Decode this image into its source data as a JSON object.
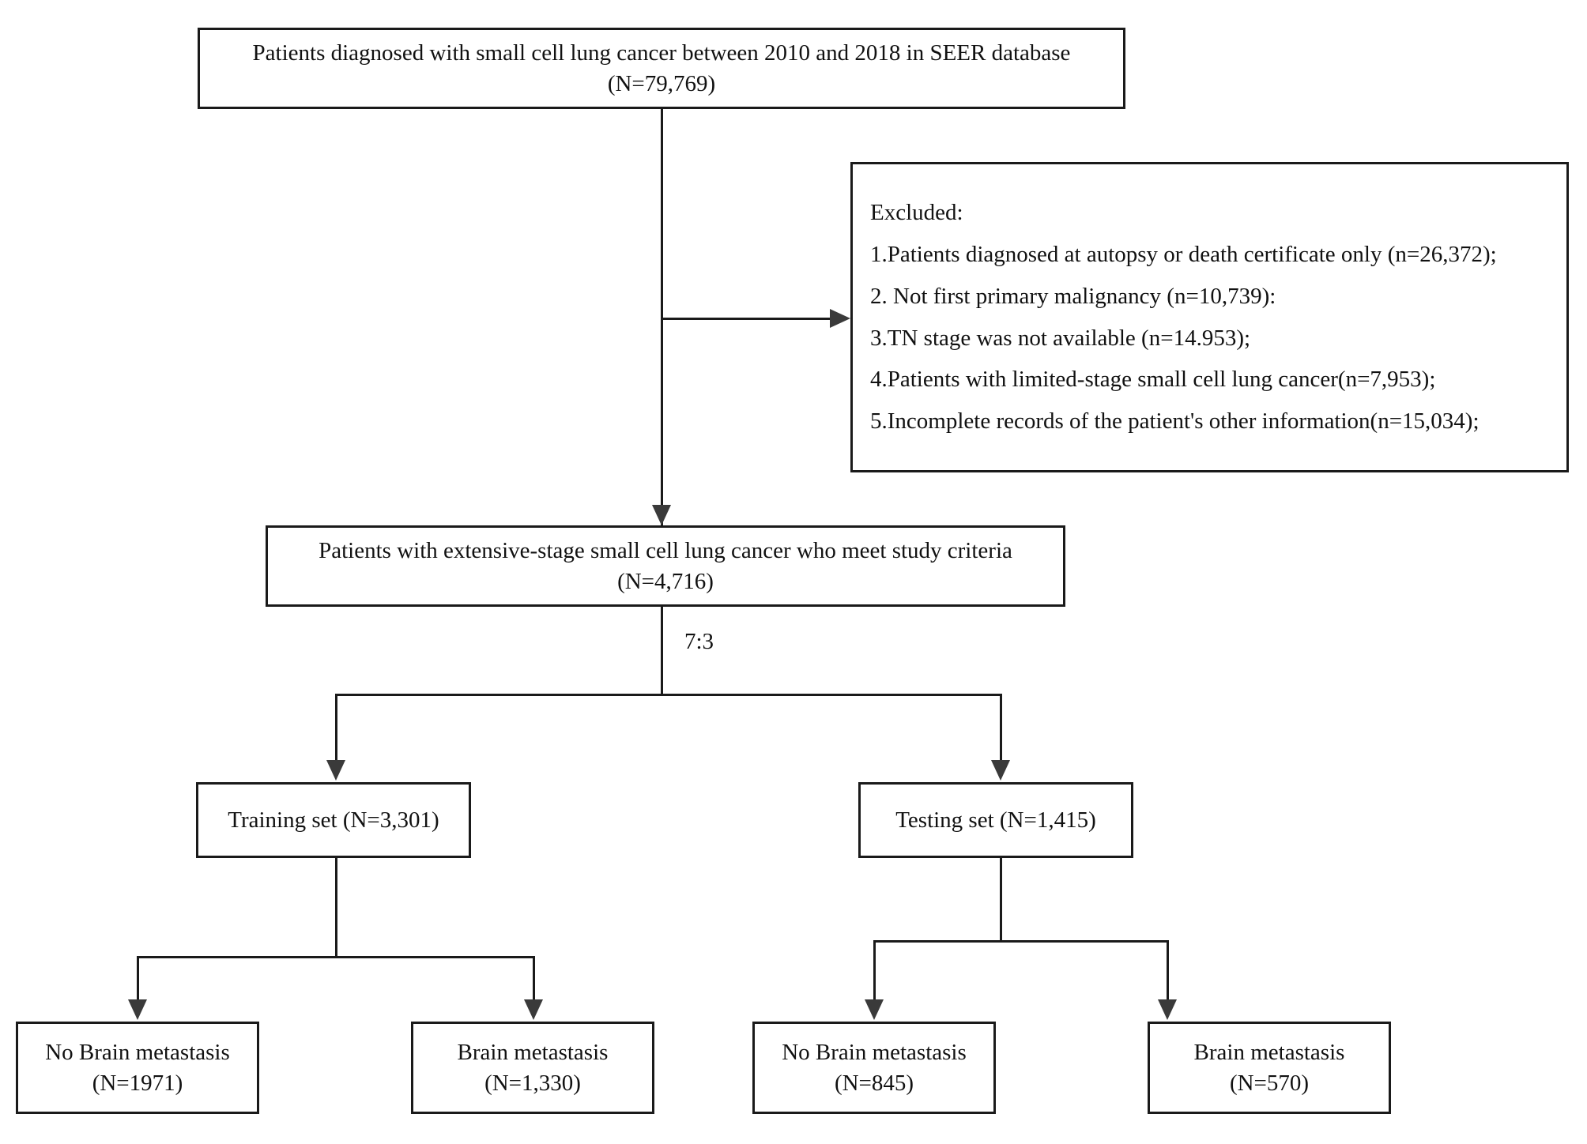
{
  "chart_data": {
    "type": "diagram",
    "title": "Patient selection flowchart (SEER small cell lung cancer cohort)",
    "nodes": [
      {
        "id": "source",
        "label": "Patients diagnosed with small cell lung cancer between 2010 and 2018 in SEER database",
        "count": "(N=79,769)",
        "n": 79769
      },
      {
        "id": "excluded",
        "label": "Excluded:",
        "n": null
      },
      {
        "id": "cohort",
        "label": "Patients with extensive-stage small cell lung cancer who meet study criteria",
        "count": "(N=4,716)",
        "n": 4716
      },
      {
        "id": "training",
        "label": "Training set (N=3,301)",
        "n": 3301
      },
      {
        "id": "testing",
        "label": "Testing set (N=1,415)",
        "n": 1415
      },
      {
        "id": "train-no-bm",
        "label": "No Brain metastasis",
        "count": "(N=1971)",
        "n": 1971
      },
      {
        "id": "train-bm",
        "label": "Brain metastasis",
        "count": "(N=1,330)",
        "n": 1330
      },
      {
        "id": "test-no-bm",
        "label": "No Brain metastasis",
        "count": "(N=845)",
        "n": 845
      },
      {
        "id": "test-bm",
        "label": "Brain metastasis",
        "count": "(N=570)",
        "n": 570
      }
    ],
    "exclusion_counts": [
      26372,
      10739,
      14953,
      7953,
      15034
    ],
    "split_ratio": "7:3"
  },
  "top_box": {
    "line1": "Patients diagnosed with small cell lung cancer between 2010 and 2018 in SEER database",
    "line2": "(N=79,769)"
  },
  "excluded_box": {
    "heading": "Excluded:",
    "items": [
      "1.Patients diagnosed at autopsy or death certificate only (n=26,372);",
      "2. Not first primary malignancy (n=10,739):",
      "3.TN stage was not available (n=14.953);",
      "4.Patients with limited-stage small cell lung cancer(n=7,953);",
      "5.Incomplete records of the patient's other information(n=15,034);"
    ]
  },
  "cohort_box": {
    "line1": "Patients with extensive-stage small cell lung cancer who meet study criteria",
    "line2": "(N=4,716)"
  },
  "split": {
    "ratio_label": "7:3"
  },
  "sets": {
    "training": "Training set (N=3,301)",
    "testing": "Testing set (N=1,415)"
  },
  "outcomes": {
    "training_no_bm": {
      "line1": "No Brain metastasis",
      "line2": "(N=1971)"
    },
    "training_bm": {
      "line1": "Brain metastasis",
      "line2": "(N=1,330)"
    },
    "testing_no_bm": {
      "line1": "No Brain metastasis",
      "line2": "(N=845)"
    },
    "testing_bm": {
      "line1": "Brain metastasis",
      "line2": "(N=570)"
    }
  },
  "colors": {
    "border": "#1a1a1a",
    "arrow": "#3a3a3a",
    "text": "#111111",
    "background": "#ffffff"
  }
}
